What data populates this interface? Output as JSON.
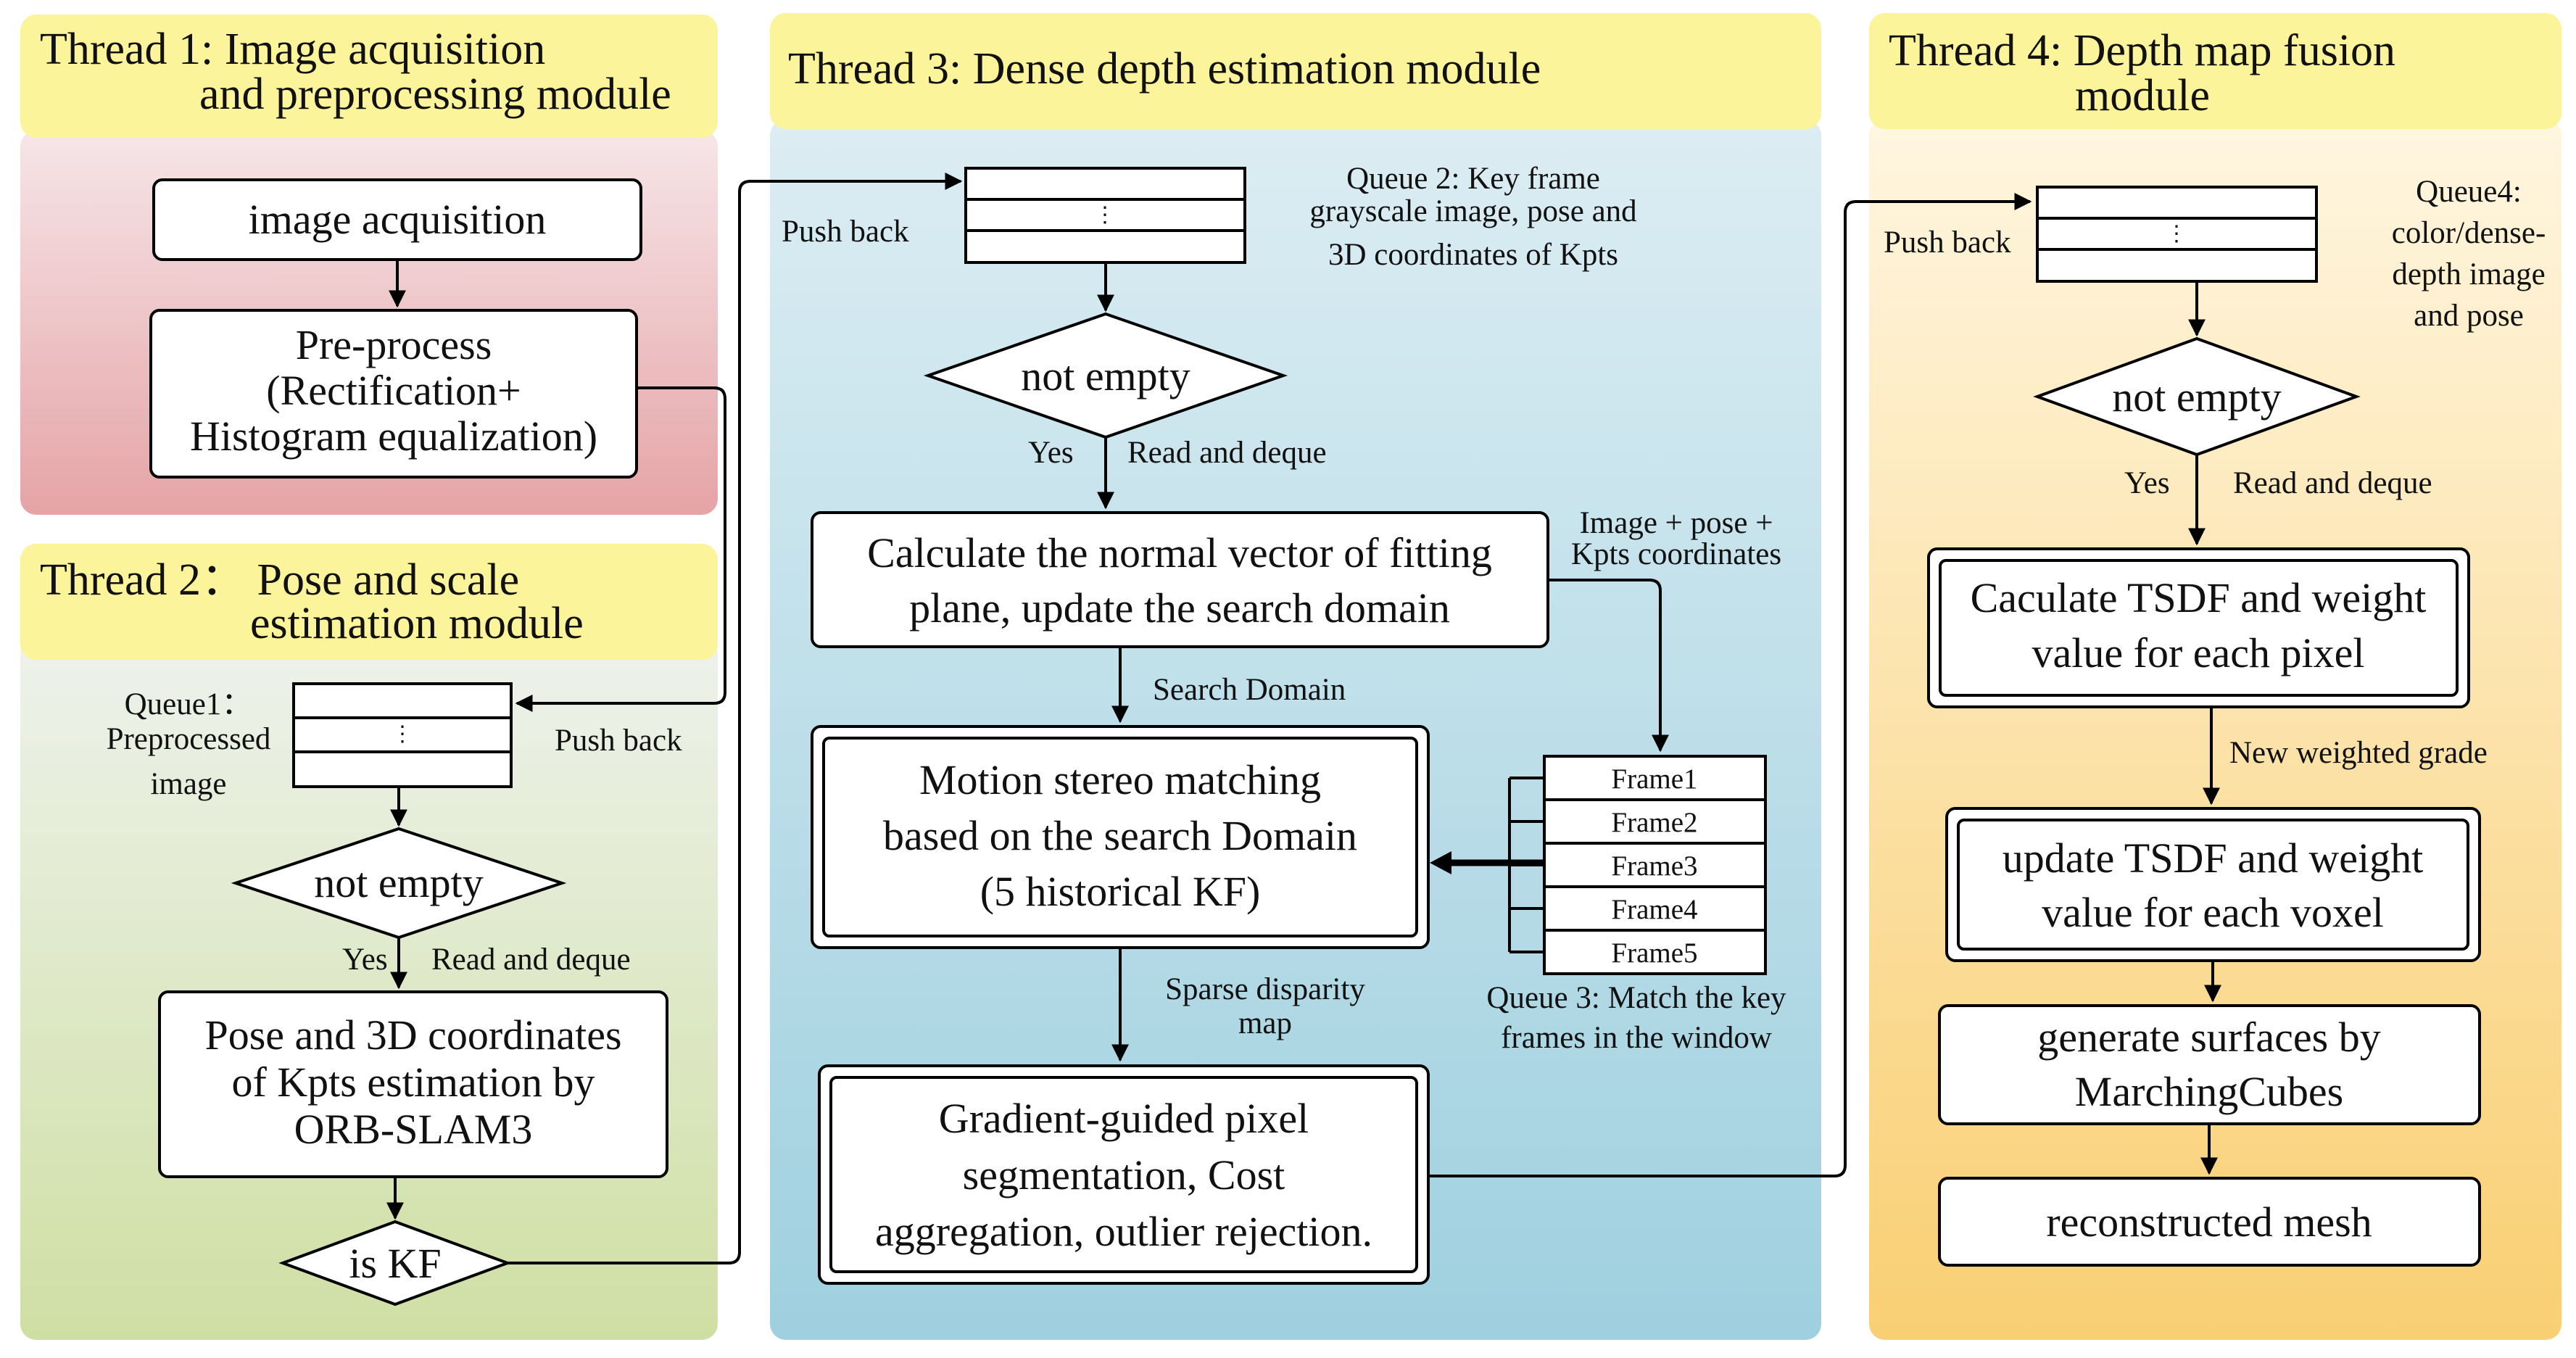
{
  "colors": {
    "title_band": "#fbf49a",
    "thread1_top": "#f6e6e8",
    "thread1_bottom": "#e5a3a6",
    "thread2_top": "#eef2ec",
    "thread2_bottom": "#cfdfa3",
    "thread3_top": "#dcedf3",
    "thread3_bottom": "#9fd0df",
    "thread4_top": "#fff6e0",
    "thread4_bottom": "#f9cf73",
    "line": "#000000",
    "box_fill": "#ffffff"
  },
  "thread1": {
    "title_line1": "Thread 1: Image acquisition",
    "title_line2": "and preprocessing module",
    "box_acquisition": "image acquisition",
    "box_preprocess": [
      "Pre-process",
      "(Rectification+",
      "Histogram equalization)"
    ]
  },
  "thread2": {
    "title_line1": "Thread 2： Pose and scale",
    "title_line2": "estimation module",
    "queue_label": [
      "Queue1：",
      "Preprocessed",
      "image"
    ],
    "queue_dots": "⋮",
    "push_back": "Push back",
    "decision_not_empty": "not empty",
    "yes": "Yes",
    "read_and_deque": "Read and deque",
    "box_pose": [
      "Pose and 3D coordinates",
      "of Kpts estimation by",
      "ORB-SLAM3"
    ],
    "decision_is_kf": "is KF"
  },
  "thread3": {
    "title": "Thread 3: Dense depth estimation module",
    "push_back": "Push back",
    "queue_label": [
      "Queue 2: Key frame",
      "grayscale image, pose and",
      "3D coordinates of Kpts"
    ],
    "queue_dots": "⋮",
    "decision_not_empty": "not empty",
    "yes": "Yes",
    "read_and_deque": "Read and deque",
    "box_normal": [
      "Calculate the normal vector of fitting",
      "plane, update the search domain"
    ],
    "label_image_pose": [
      "Image + pose +",
      "Kpts coordinates"
    ],
    "label_search_domain": "Search Domain",
    "box_motion": [
      "Motion stereo matching",
      "based on the search Domain",
      "(5 historical KF)"
    ],
    "frames": [
      "Frame1",
      "Frame2",
      "Frame3",
      "Frame4",
      "Frame5"
    ],
    "queue3_label": [
      "Queue 3: Match the key",
      "frames in the window"
    ],
    "label_sparse": [
      "Sparse disparity",
      "map"
    ],
    "box_gradient": [
      "Gradient-guided pixel",
      "segmentation, Cost",
      "aggregation, outlier rejection."
    ]
  },
  "thread4": {
    "title_line1": "Thread 4: Depth map fusion",
    "title_line2": "module",
    "push_back": "Push back",
    "queue_label": [
      "Queue4:",
      "color/dense-",
      "depth image",
      "and pose"
    ],
    "queue_dots": "⋮",
    "decision_not_empty": "not empty",
    "yes": "Yes",
    "read_and_deque": "Read and deque",
    "box_tsdf": [
      "Caculate TSDF and weight",
      "value for each pixel"
    ],
    "label_weighted": "New weighted grade",
    "box_update": [
      "update TSDF and weight",
      "value for each voxel"
    ],
    "box_surfaces": [
      "generate surfaces by",
      "MarchingCubes"
    ],
    "box_mesh": "reconstructed mesh"
  }
}
